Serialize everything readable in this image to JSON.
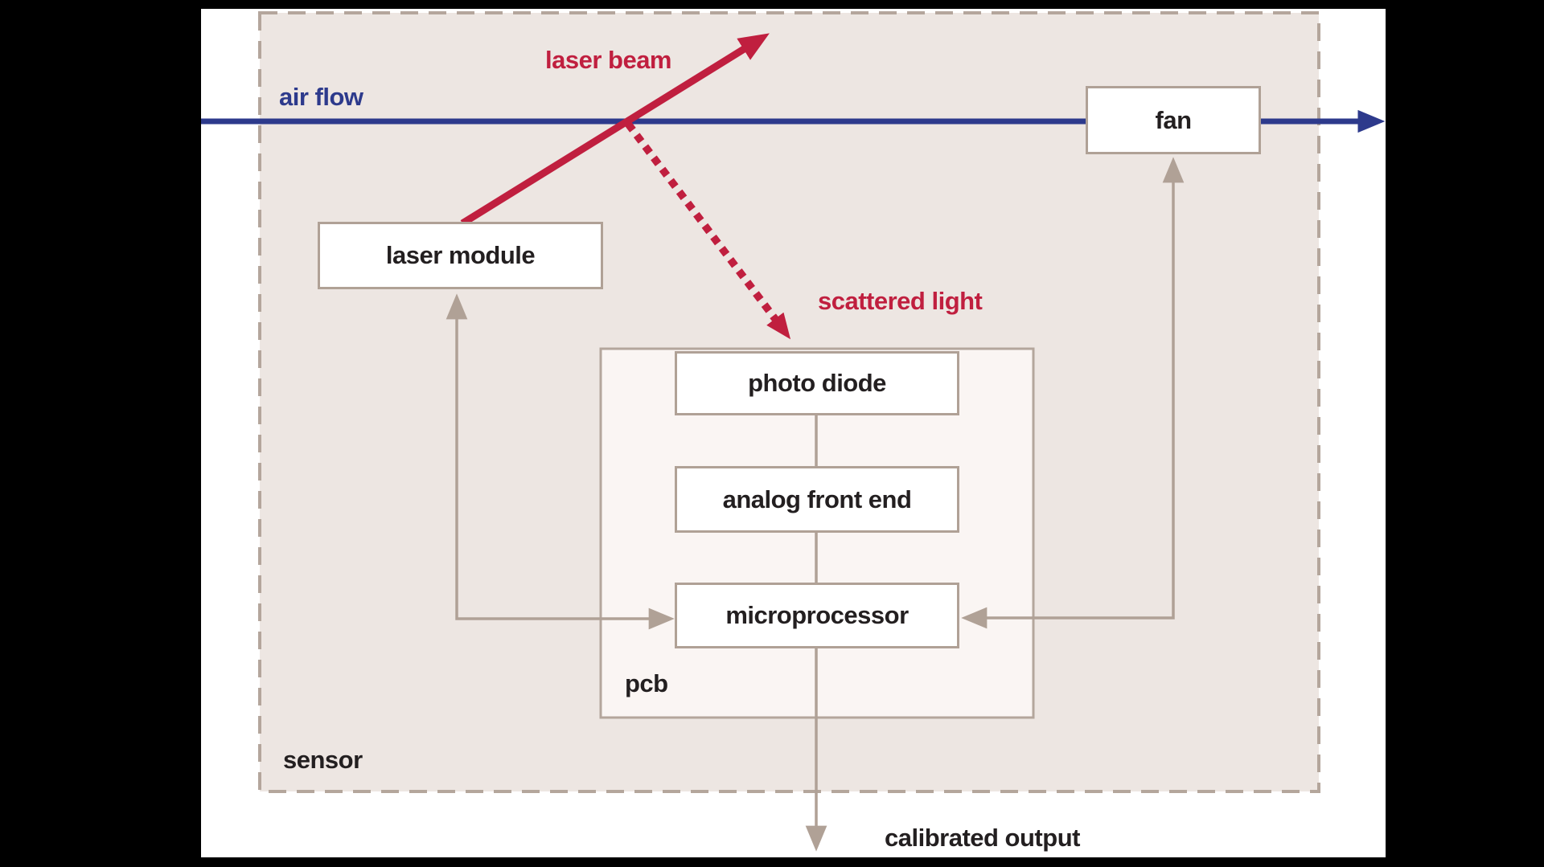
{
  "labels": {
    "air_flow": "air flow",
    "laser_beam": "laser beam",
    "scattered_light": "scattered light",
    "sensor": "sensor",
    "pcb": "pcb",
    "calibrated_output": "calibrated output"
  },
  "boxes": [
    {
      "id": "laser-module",
      "label": "laser module"
    },
    {
      "id": "fan",
      "label": "fan"
    },
    {
      "id": "photo-diode",
      "label": "photo diode"
    },
    {
      "id": "analog-front-end",
      "label": "analog front end"
    },
    {
      "id": "microprocessor",
      "label": "microprocessor"
    }
  ],
  "colors": {
    "air_flow_blue": "#2d3a8c",
    "laser_red": "#c01f3f",
    "connector_tan": "#b0a196",
    "sensor_fill": "#ede6e2",
    "sensor_border": "#b4a69c",
    "pcb_fill": "#faf5f3",
    "box_fill": "#ffffff",
    "text_dark": "#231f20",
    "canvas": "#ffffff",
    "letterbox": "#000000"
  }
}
